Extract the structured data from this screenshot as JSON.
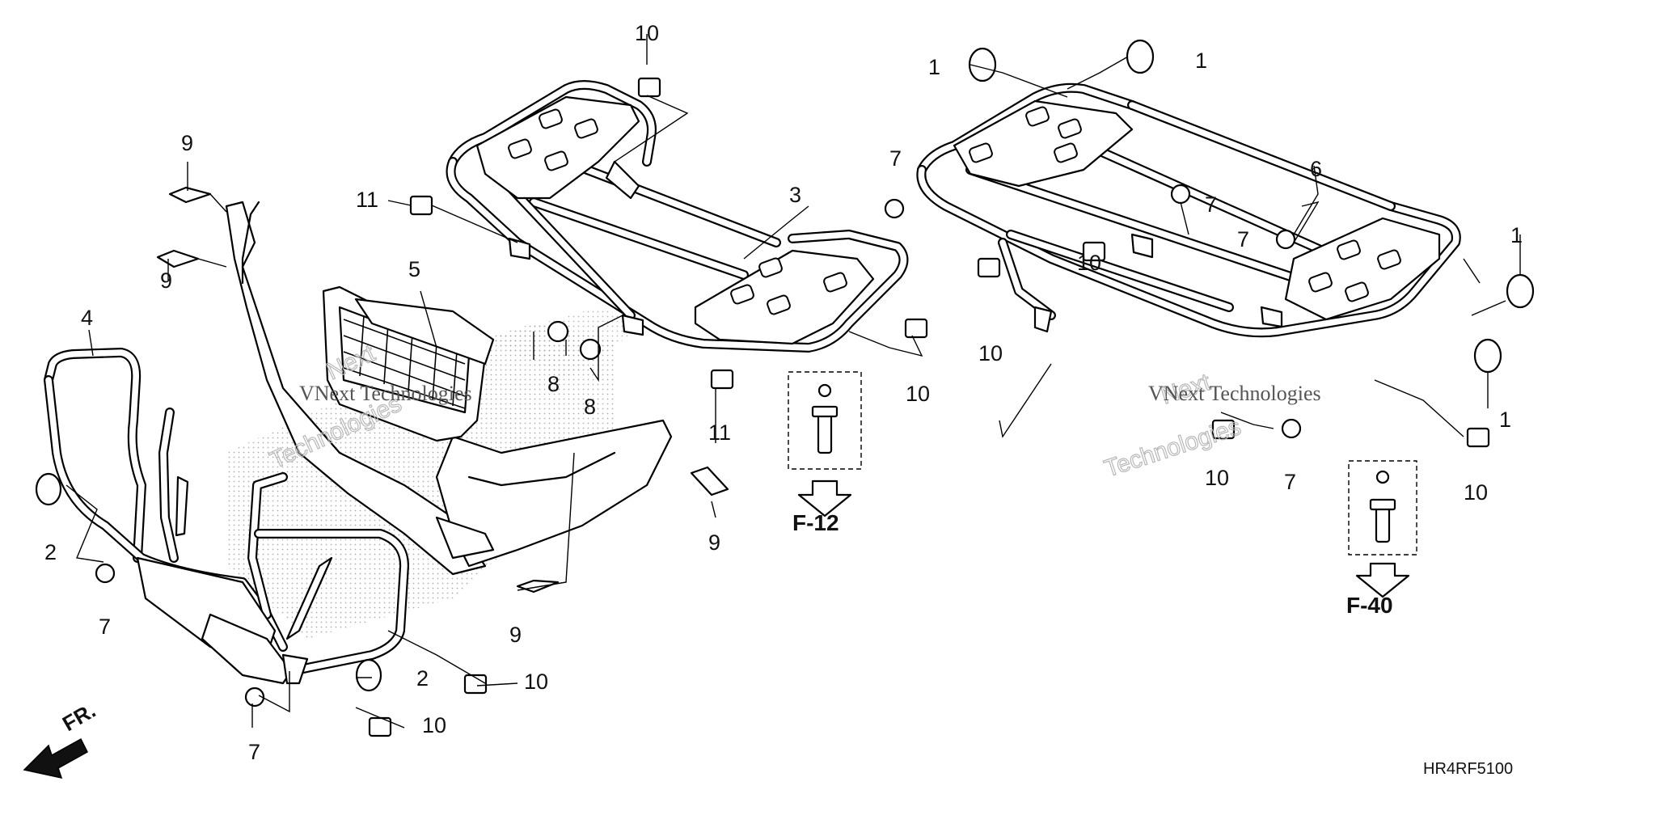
{
  "callouts": {
    "c1a": "1",
    "c1b": "1",
    "c1c": "1",
    "c1d": "1",
    "c2a": "2",
    "c2b": "2",
    "c3": "3",
    "c4": "4",
    "c5": "5",
    "c6": "6",
    "c7a": "7",
    "c7b": "7",
    "c7c": "7",
    "c7d": "7",
    "c7e": "7",
    "c7f": "7",
    "c8a": "8",
    "c8b": "8",
    "c9a": "9",
    "c9b": "9",
    "c9c": "9",
    "c9d": "9",
    "c10a": "10",
    "c10b": "10",
    "c10c": "10",
    "c10d": "10",
    "c10e": "10",
    "c10f": "10",
    "c10g": "10",
    "c10h": "10",
    "c11a": "11",
    "c11b": "11"
  },
  "references": {
    "ref_f12": "F-12",
    "ref_f40": "F-40"
  },
  "front_indicator": "FR.",
  "drawing_code": "HR4RF5100",
  "watermark": {
    "brand": "VNext Technologies",
    "outline_line1": "Next",
    "outline_line2": "Technologies"
  }
}
